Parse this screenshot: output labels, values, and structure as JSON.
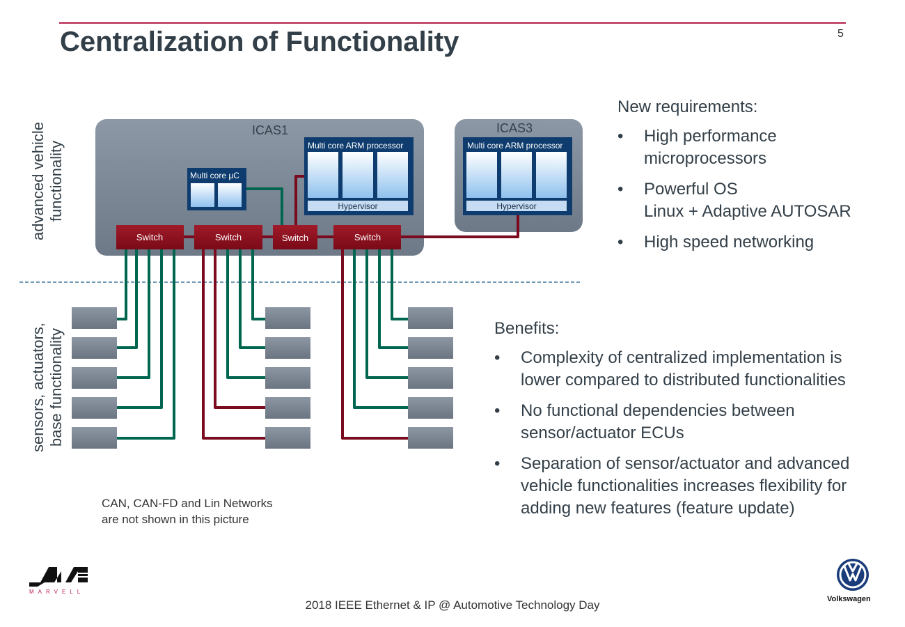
{
  "slide": {
    "title": "Centralization of Functionality",
    "page_number": "5",
    "footer": "2018 IEEE Ethernet & IP @ Automotive Technology Day"
  },
  "side_labels": {
    "top": [
      "advanced vehicle",
      "functionality"
    ],
    "bottom": [
      "sensors, actuators,",
      "base functionality"
    ]
  },
  "diagram": {
    "icas1_label": "ICAS1",
    "icas3_label": "ICAS3",
    "mcu_label": "Multi core µC",
    "arm_label_1": "Multi core ARM processor",
    "arm_label_3": "Multi core ARM processor",
    "hypervisor_1": "Hypervisor",
    "hypervisor_3": "Hypervisor",
    "switch_labels": [
      "Switch",
      "Switch",
      "Switch",
      "Switch"
    ],
    "colors": {
      "green": "#00664f",
      "red": "#7a0a1e",
      "switch": "#8b1420",
      "ecu": "#7c8592",
      "icas": "#7e8a98",
      "arm_blue": "#0e3c6e"
    }
  },
  "note": [
    "CAN, CAN-FD and Lin Networks",
    "are not shown in this picture"
  ],
  "requirements": {
    "heading": "New requirements:",
    "items": [
      [
        "High performance",
        "microprocessors"
      ],
      [
        "Powerful OS",
        "Linux + Adaptive AUTOSAR"
      ],
      [
        "High speed networking"
      ]
    ]
  },
  "benefits": {
    "heading": "Benefits:",
    "items": [
      [
        "Complexity of centralized implementation is",
        "lower compared to distributed functionalities"
      ],
      [
        "No functional dependencies between",
        "sensor/actuator ECUs"
      ],
      [
        "Separation of sensor/actuator and advanced",
        "vehicle functionalities increases flexibility for",
        "adding new features (feature update)"
      ]
    ]
  },
  "bullet_symbol": "•",
  "logos": {
    "left": "MARVELL",
    "right": "Volkswagen"
  }
}
